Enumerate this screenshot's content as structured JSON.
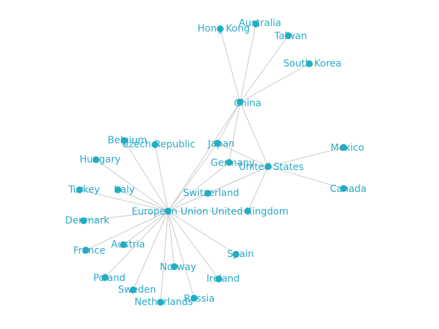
{
  "graph": {
    "colors": {
      "node": "#1fb0bd",
      "label": "#2aa9c9",
      "edge": "#c8c8c8"
    },
    "nodes": [
      {
        "id": "Hong Kong",
        "label": "Hong Kong"
      },
      {
        "id": "Australia",
        "label": "Australia"
      },
      {
        "id": "Taiwan",
        "label": "Taiwan"
      },
      {
        "id": "South Korea",
        "label": "South Korea"
      },
      {
        "id": "China",
        "label": "China"
      },
      {
        "id": "Belgium",
        "label": "Belgium"
      },
      {
        "id": "Czech Republic",
        "label": "Czech Republic"
      },
      {
        "id": "Japan",
        "label": "Japan"
      },
      {
        "id": "Mexico",
        "label": "Mexico"
      },
      {
        "id": "Hungary",
        "label": "Hungary"
      },
      {
        "id": "Germany",
        "label": "Germany"
      },
      {
        "id": "United States",
        "label": "United States"
      },
      {
        "id": "Turkey",
        "label": "Turkey"
      },
      {
        "id": "Italy",
        "label": "Italy"
      },
      {
        "id": "Canada",
        "label": "Canada"
      },
      {
        "id": "Switzerland",
        "label": "Switzerland"
      },
      {
        "id": "European Union",
        "label": "European Union"
      },
      {
        "id": "United Kingdom",
        "label": "United Kingdom"
      },
      {
        "id": "Denmark",
        "label": "Denmark"
      },
      {
        "id": "France",
        "label": "France"
      },
      {
        "id": "Austria",
        "label": "Austria"
      },
      {
        "id": "Spain",
        "label": "Spain"
      },
      {
        "id": "Norway",
        "label": "Norway"
      },
      {
        "id": "Poland",
        "label": "Poland"
      },
      {
        "id": "Ireland",
        "label": "Ireland"
      },
      {
        "id": "Sweden",
        "label": "Sweden"
      },
      {
        "id": "Russia",
        "label": "Russia"
      },
      {
        "id": "Netherlands",
        "label": "Netherlands"
      }
    ],
    "edges": [
      [
        "China",
        "Hong Kong"
      ],
      [
        "China",
        "Australia"
      ],
      [
        "China",
        "Taiwan"
      ],
      [
        "China",
        "South Korea"
      ],
      [
        "China",
        "Japan"
      ],
      [
        "China",
        "United States"
      ],
      [
        "China",
        "European Union"
      ],
      [
        "China",
        "Germany"
      ],
      [
        "United States",
        "Mexico"
      ],
      [
        "United States",
        "Canada"
      ],
      [
        "United States",
        "Japan"
      ],
      [
        "United States",
        "Germany"
      ],
      [
        "United States",
        "United Kingdom"
      ],
      [
        "United States",
        "Switzerland"
      ],
      [
        "United States",
        "European Union"
      ],
      [
        "European Union",
        "Japan"
      ],
      [
        "European Union",
        "Germany"
      ],
      [
        "European Union",
        "Switzerland"
      ],
      [
        "European Union",
        "Belgium"
      ],
      [
        "European Union",
        "Czech Republic"
      ],
      [
        "European Union",
        "Hungary"
      ],
      [
        "European Union",
        "Turkey"
      ],
      [
        "European Union",
        "Italy"
      ],
      [
        "European Union",
        "Denmark"
      ],
      [
        "European Union",
        "France"
      ],
      [
        "European Union",
        "Austria"
      ],
      [
        "European Union",
        "Poland"
      ],
      [
        "European Union",
        "Sweden"
      ],
      [
        "European Union",
        "Netherlands"
      ],
      [
        "European Union",
        "Norway"
      ],
      [
        "European Union",
        "Russia"
      ],
      [
        "European Union",
        "Ireland"
      ],
      [
        "European Union",
        "Spain"
      ],
      [
        "European Union",
        "United Kingdom"
      ]
    ]
  }
}
